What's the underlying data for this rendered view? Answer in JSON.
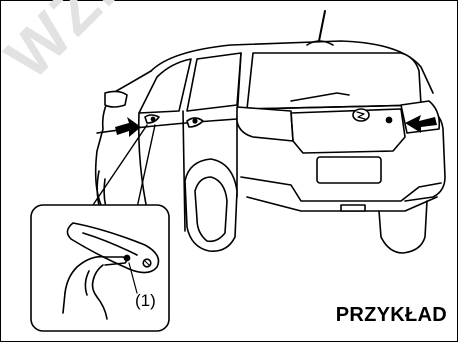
{
  "figure": {
    "watermark_text": "WZNÓR",
    "callout_label": "(1)",
    "caption": "PRZYKŁAD"
  },
  "icons": {
    "front_arrow": "arrow-right-icon",
    "rear_arrow": "arrow-left-icon",
    "brand_logo": "suzuki-logo-icon"
  }
}
